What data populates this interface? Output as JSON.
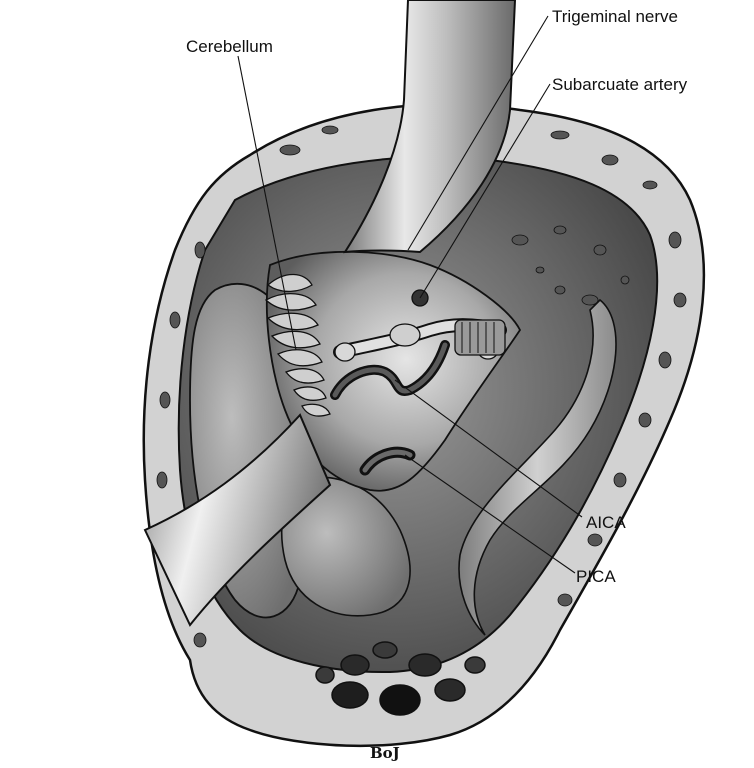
{
  "figure": {
    "labels": {
      "trigeminal_nerve": "Trigeminal nerve",
      "cerebellum": "Cerebellum",
      "subarcuate_artery": "Subarcuate artery",
      "aica": "AICA",
      "pica": "PICA"
    },
    "signature": "BoJ"
  }
}
